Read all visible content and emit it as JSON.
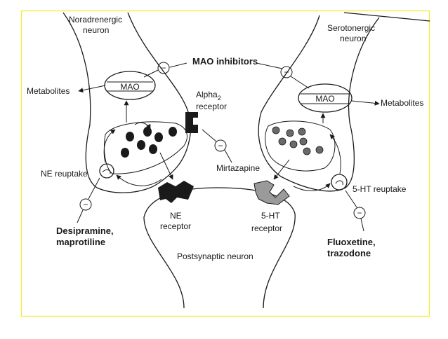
{
  "labels": {
    "noradrenergic_neuron": [
      "Noradrenergic",
      "neuron"
    ],
    "serotonergic_neuron": [
      "Serotonergic",
      "neuron"
    ],
    "mao_inhibitors": "MAO inhibitors",
    "mao_left": "MAO",
    "mao_right": "MAO",
    "metabolites_left": "Metabolites",
    "metabolites_right": "Metabolites",
    "alpha2_receptor": [
      "Alpha",
      "2",
      "receptor"
    ],
    "mirtazapine": "Mirtazapine",
    "ne_reuptake": "NE reuptake",
    "ht_reuptake": "5-HT reuptake",
    "ne_receptor": [
      "NE",
      "receptor"
    ],
    "ht_receptor": [
      "5-",
      "HT",
      "receptor"
    ],
    "desipramine": [
      "Desipramine,",
      "maprotiline"
    ],
    "fluoxetine": [
      "Fluoxetine,",
      "trazodone"
    ],
    "postsynaptic": "Postsynaptic neuron",
    "minus": "−"
  },
  "colors": {
    "frame": "#f2ea3a",
    "ink": "#1a1a1a",
    "receptor_dark": "#1a1a1a",
    "receptor_light": "#9a9a9a",
    "vesicle_light": "#6a6a6a"
  }
}
